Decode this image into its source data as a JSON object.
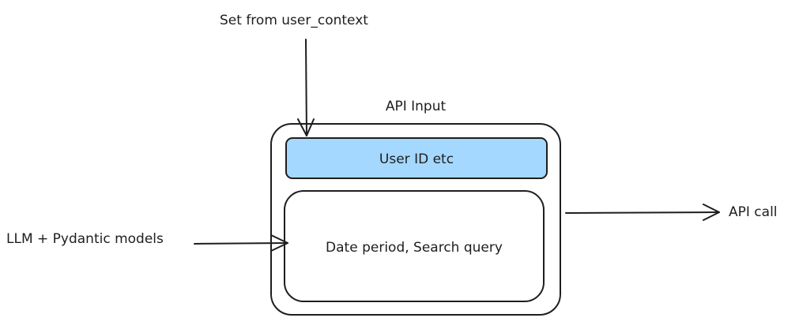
{
  "diagram": {
    "top_label": "Set from user_context",
    "container_label": "API Input",
    "user_box_label": "User ID etc",
    "main_box_label": "Date period, Search query",
    "left_label": "LLM + Pydantic models",
    "right_label": "API call",
    "colors": {
      "stroke": "#1e1e1e",
      "user_box_fill": "#a5d8ff",
      "background": "#ffffff"
    }
  }
}
